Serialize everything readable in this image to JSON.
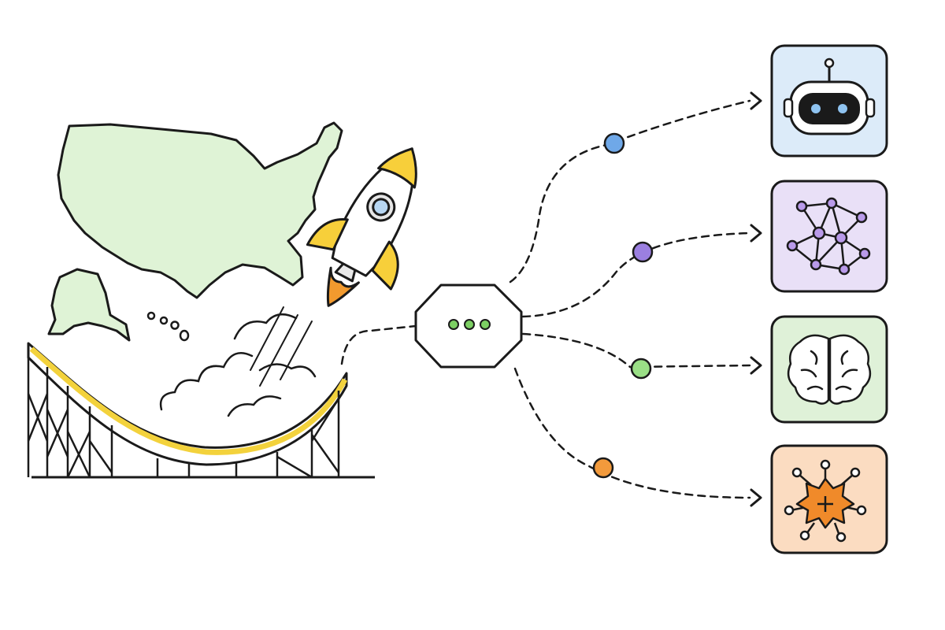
{
  "hub": {
    "icon": "ellipsis-icon"
  },
  "colors": {
    "stroke": "#1a1a1a",
    "map_fill": "#dff3d6",
    "rocket_yellow": "#f7cf3a",
    "rocket_window": "#b7d6f2",
    "flame_orange": "#f29a2e",
    "coaster_track": "#f3d23c",
    "hub_dot": "#7ccf63",
    "branch_dots": [
      "#6fa8e8",
      "#9b7fe0",
      "#9adf86",
      "#f29a3c"
    ]
  },
  "left_scene": {
    "icons": [
      "us-map-icon",
      "rocket-icon",
      "cloud-icon",
      "roller-coaster-icon"
    ]
  },
  "targets": [
    {
      "name": "robot-card",
      "icon": "robot-icon",
      "bg": "#dcebf9"
    },
    {
      "name": "network-card",
      "icon": "network-icon",
      "bg": "#e9e0f7"
    },
    {
      "name": "brain-card",
      "icon": "brain-icon",
      "bg": "#dff1d8"
    },
    {
      "name": "spark-card",
      "icon": "spark-icon",
      "bg": "#fbdcc1"
    }
  ]
}
